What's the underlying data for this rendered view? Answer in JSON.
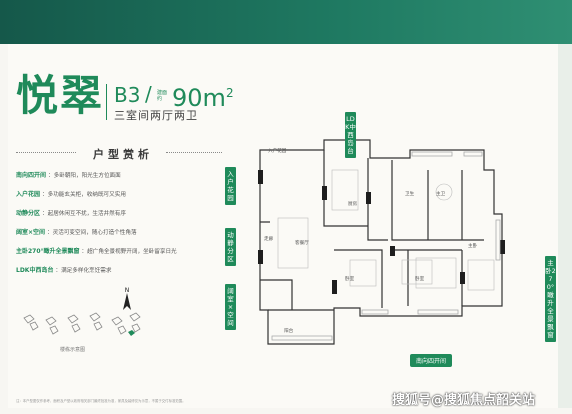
{
  "header": {
    "project_name": "悦翠",
    "unit_type": "B3",
    "area_tag_line1": "建面",
    "area_tag_line2": "约",
    "area_value": "90",
    "area_unit": "m",
    "area_exp": "2",
    "layout_desc": "三室间两厅两卫"
  },
  "section": {
    "title": "户型赏析"
  },
  "features": [
    {
      "key": "南向四开间",
      "text": "：多卧朝阳，阳光生方位面面"
    },
    {
      "key": "入户花园",
      "text": "：多功能玄关柜，收纳既可又实用"
    },
    {
      "key": "动静分区",
      "text": "：起居休闲互不扰，生活井然有序"
    },
    {
      "key": "阔室×空间",
      "text": "：灵活可变空间，随心打造个性角落"
    },
    {
      "key": "主卧270°瞰升全景飘窗",
      "text": "：超广角全景视野开阔，坐卧留享日光"
    },
    {
      "key": "LDK中西岛台",
      "text": "：满足多样化烹饪需求"
    }
  ],
  "compass": {
    "letter": "N"
  },
  "thumbnail_caption": "楼栋示意图",
  "plan_labels": {
    "entry_garden": "入户花园",
    "ldk_island": "LDK中西岛台",
    "zoning": "动静分区",
    "flex_space": "阔室×空间",
    "master_window": "主卧270°瞰升全景飘窗",
    "south_four": "南向四开间"
  },
  "rooms": {
    "entry": "入户花园",
    "kitchen": "厨房",
    "bath1": "卫生",
    "bath2": "主卫",
    "dining_living": "客餐厅",
    "bedroom1": "卧室",
    "bedroom2": "卧室",
    "master": "主卧",
    "balcony": "阳台",
    "corridor": "走廊"
  },
  "footer_text": "注：本户型图仅作参考，面积及户型以政府相关部门最终批准为准，家具及装修仅为示意，不属于交付标准范围。",
  "watermark": "搜狐号@搜狐焦点韶关站",
  "colors": {
    "brand": "#1f8a5a",
    "band": "#15584a"
  }
}
